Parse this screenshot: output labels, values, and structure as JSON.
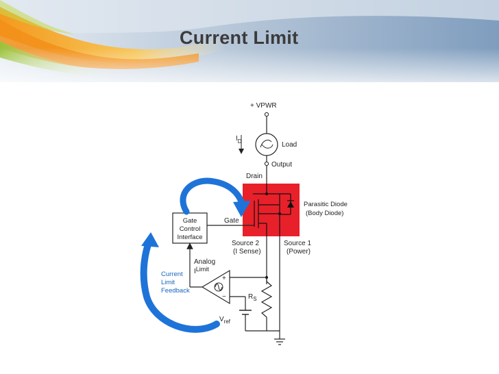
{
  "slide": {
    "title": "Current Limit",
    "colors": {
      "accent_orange": "#f0a020",
      "accent_blue": "#1e73d8",
      "mosfet_red": "#e8202a",
      "title": "#3b3b3b"
    }
  },
  "diagram": {
    "vpwr_prefix": "+ V",
    "vpwr_sub": "PWR",
    "id_main": "I",
    "id_sub": "D",
    "load": "Load",
    "output": "Output",
    "drain": "Drain",
    "parasitic_line1": "Parasitic Diode",
    "parasitic_line2": "(Body Diode)",
    "gate": "Gate",
    "gci_line1": "Gate",
    "gci_line2": "Control",
    "gci_line3": "Interface",
    "source2_line1": "Source 2",
    "source2_line2": "(I Sense)",
    "source1_line1": "Source 1",
    "source1_line2": "(Power)",
    "analog": "Analog",
    "ilimit_main": "I",
    "ilimit_sub": "Limit",
    "feedback_line1": "Current",
    "feedback_line2": "Limit",
    "feedback_line3": "Feedback",
    "plus": "+",
    "minus": "−",
    "rs_main": "R",
    "rs_sub": "S",
    "vref_main": "V",
    "vref_sub": "ref"
  }
}
